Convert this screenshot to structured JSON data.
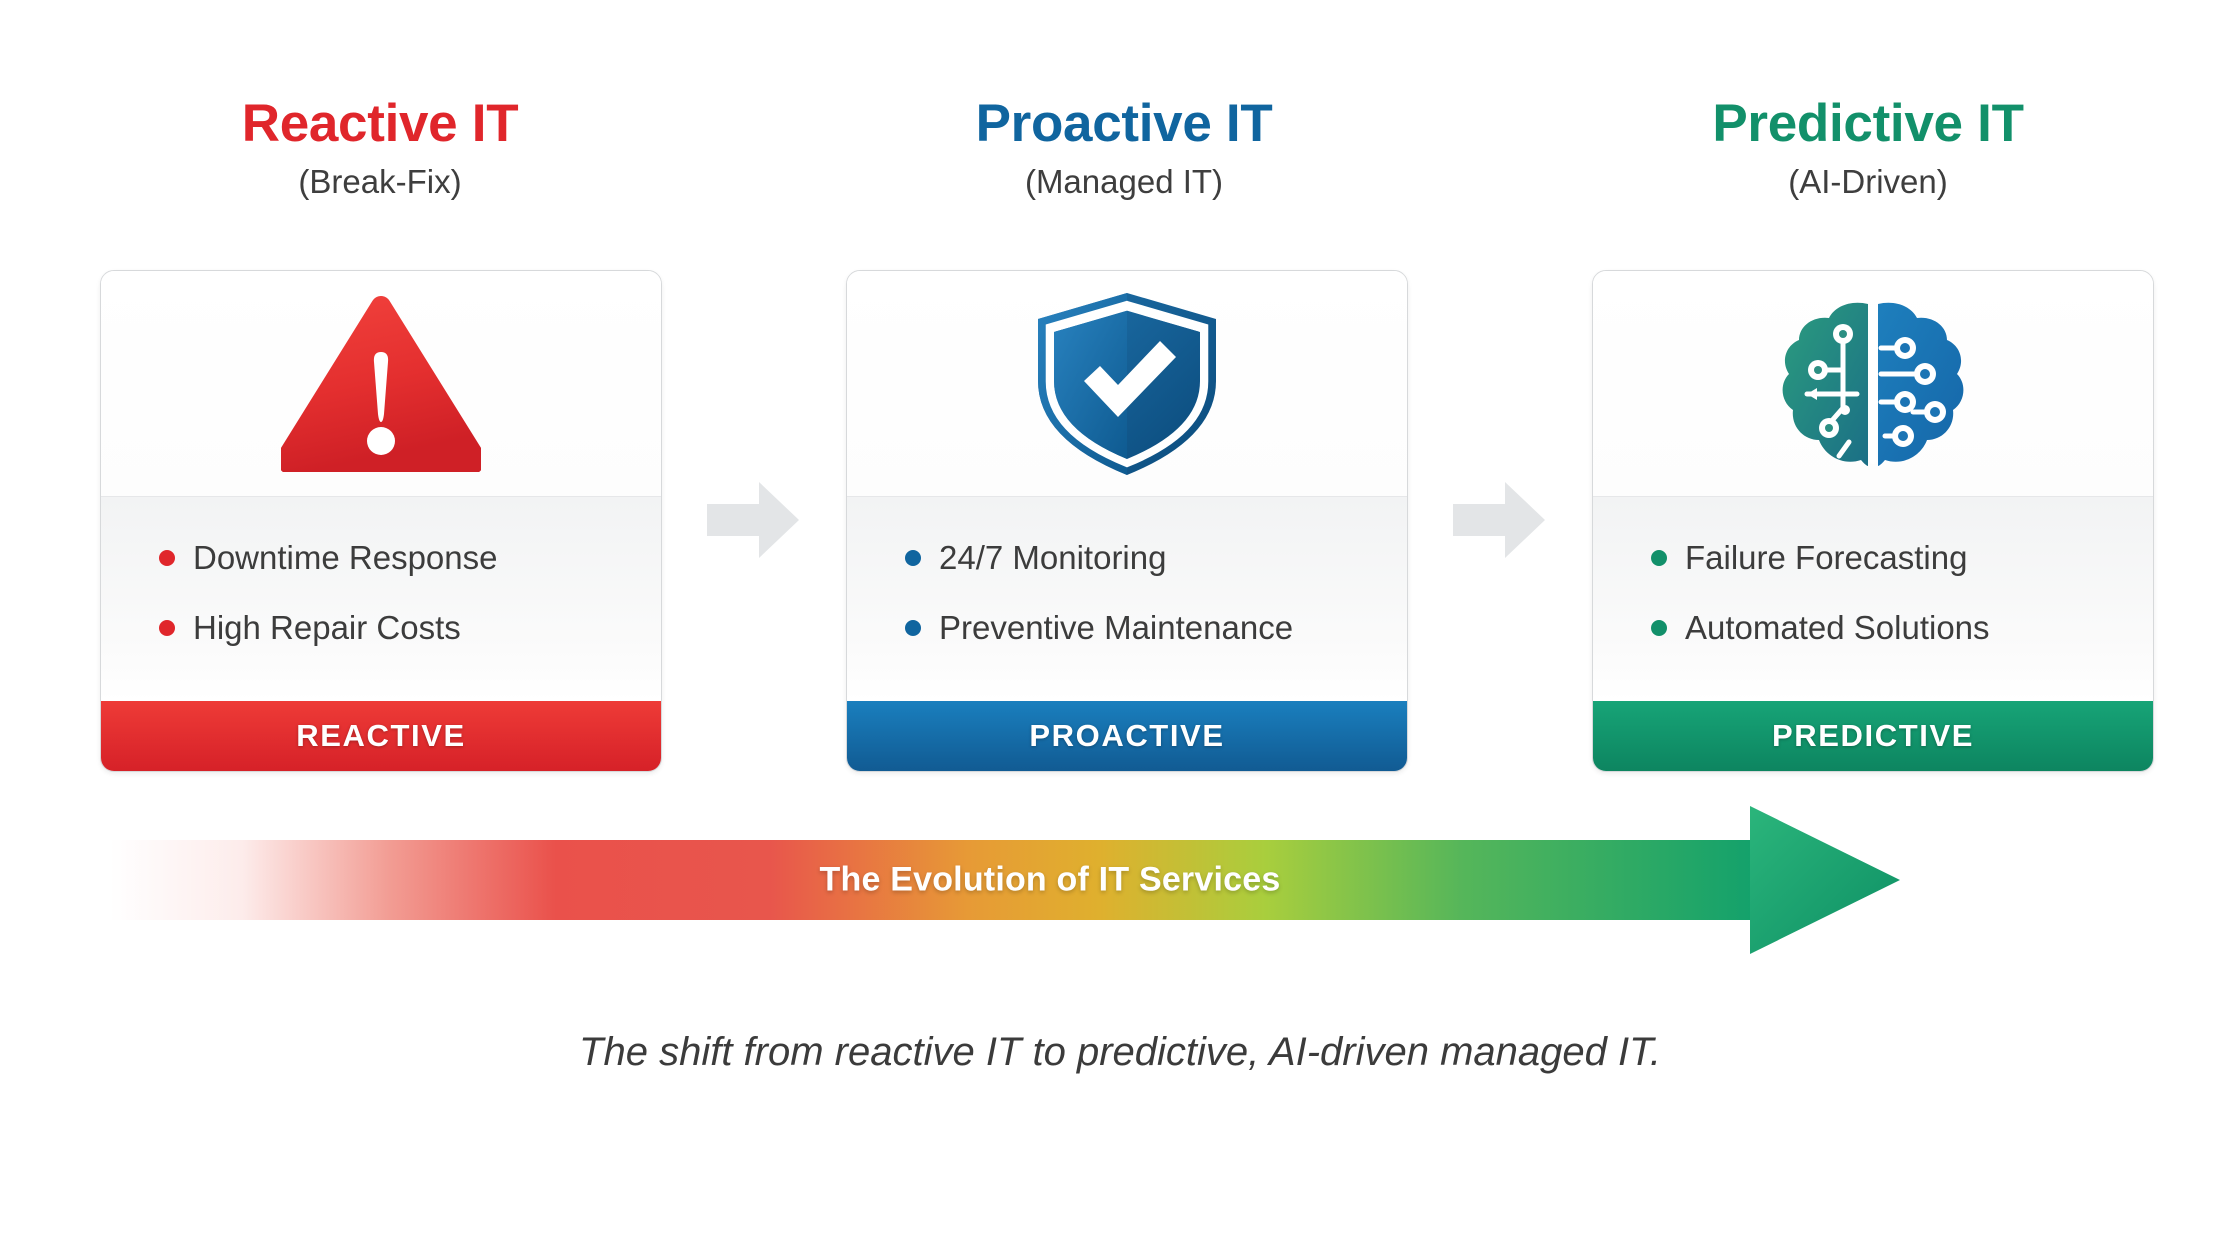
{
  "colors": {
    "reactive": "#e0262b",
    "reactive_light": "#ef4a44",
    "proactive": "#10659f",
    "proactive_light": "#2586c6",
    "predictive": "#12906a",
    "predictive_light": "#1aa77c",
    "text_dark": "#3c3c3c",
    "card_border": "#d7d9db",
    "connector_arrow": "#e2e4e6",
    "banner_start": "#ffffff",
    "banner_red": "#ea4a46",
    "banner_orange": "#e8a02f",
    "banner_yellowgreen": "#a6cf3f",
    "banner_green": "#17a06b",
    "banner_green_dark": "#119b67"
  },
  "stages": [
    {
      "title": "Reactive IT",
      "subtitle": "(Break-Fix)",
      "title_color": "#e0262b",
      "icon": "warning-triangle-icon",
      "bullets": [
        "Downtime Response",
        "High Repair Costs"
      ],
      "bullet_color": "#e0262b",
      "footer_label": "REACTIVE",
      "footer_color_top": "#ee3b37",
      "footer_color_bottom": "#d62128"
    },
    {
      "title": "Proactive IT",
      "subtitle": "(Managed IT)",
      "title_color": "#10659f",
      "icon": "shield-check-icon",
      "bullets": [
        "24/7 Monitoring",
        "Preventive Maintenance"
      ],
      "bullet_color": "#10659f",
      "footer_label": "PROACTIVE",
      "footer_color_top": "#1a7fbe",
      "footer_color_bottom": "#115b93"
    },
    {
      "title": "Predictive IT",
      "subtitle": "(AI-Driven)",
      "title_color": "#12906a",
      "icon": "ai-brain-icon",
      "bullets": [
        "Failure Forecasting",
        "Automated Solutions"
      ],
      "bullet_color": "#12906a",
      "footer_label": "PREDICTIVE",
      "footer_color_top": "#17a477",
      "footer_color_bottom": "#0d8560"
    }
  ],
  "connectors": [
    {
      "name": "arrow-reactive-to-proactive"
    },
    {
      "name": "arrow-proactive-to-predictive"
    }
  ],
  "banner": {
    "label": "The Evolution of IT Services"
  },
  "caption": {
    "text": "The shift from reactive IT to predictive, AI-driven managed IT."
  }
}
